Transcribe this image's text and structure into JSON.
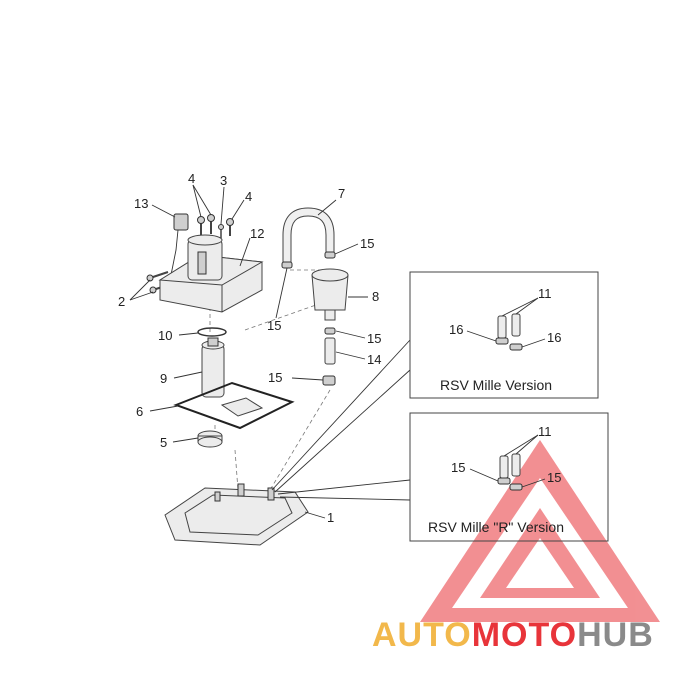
{
  "callouts": {
    "c1": "1",
    "c2": "2",
    "c3": "3",
    "c4a": "4",
    "c4b": "4",
    "c5": "5",
    "c6": "6",
    "c7": "7",
    "c8": "8",
    "c9": "9",
    "c10": "10",
    "c12": "12",
    "c13": "13",
    "c14": "14",
    "c15a": "15",
    "c15b": "15",
    "c15c": "15",
    "c15d": "15"
  },
  "inset_rsv": {
    "title": "RSV Mille Version",
    "c11": "11",
    "c16a": "16",
    "c16b": "16"
  },
  "inset_rsv_r": {
    "title": "RSV Mille \"R\" Version",
    "c11": "11",
    "c15a": "15",
    "c15b": "15"
  },
  "watermark": {
    "part1": "AUTO",
    "part2": "MOTO",
    "part3": "HUB",
    "color_orange": "#f2b84b",
    "color_red": "#e8343a",
    "color_gray": "#8a8a8a"
  }
}
